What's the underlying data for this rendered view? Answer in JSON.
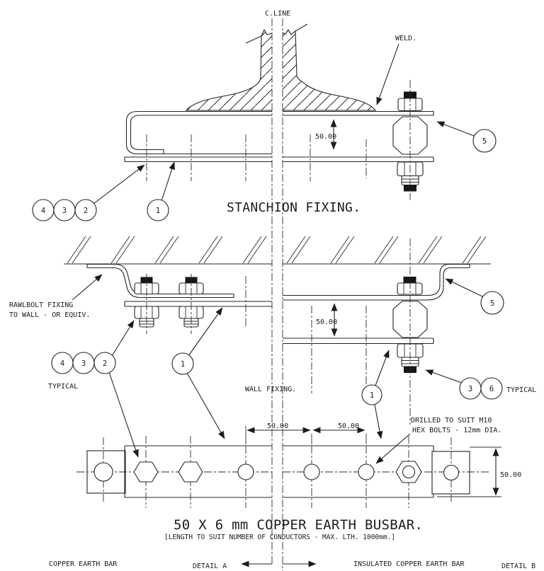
{
  "top": {
    "centerline_label": "C.LINE",
    "weld_label": "WELD."
  },
  "stanchion": {
    "title": "STANCHION FIXING.",
    "dim": "50.00",
    "balloons": {
      "b4": "4",
      "b3": "3",
      "b2": "2",
      "b1": "1",
      "b5": "5"
    }
  },
  "wall": {
    "title": "WALL FIXING.",
    "note1": "RAWLBOLT FIXING",
    "note2": "TO WALL - OR EQUIV.",
    "typical_left": "TYPICAL",
    "typical_right": "TYPICAL",
    "dim": "50.00",
    "balloons": {
      "b4": "4",
      "b3": "3",
      "b2": "2",
      "b1": "1",
      "b5": "5",
      "b1b": "1",
      "b3b": "3",
      "b6": "6"
    }
  },
  "busbar": {
    "title": "50 X 6 mm COPPER EARTH BUSBAR.",
    "subtitle": "[LENGTH TO SUIT NUMBER OF CONDUCTORS - MAX. LTH. 1000mm.]",
    "drill_note1": "DRILLED TO SUIT M10",
    "drill_note2": "HEX BOLTS - 12mm DIA.",
    "dim_left": "50.00",
    "dim_right": "50.00",
    "dim_height": "50.00"
  },
  "footer": {
    "left_label": "COPPER EARTH BAR",
    "detail_a": "DETAIL A",
    "right_label": "INSULATED COPPER EARTH BAR",
    "detail_b": "DETAIL B"
  }
}
